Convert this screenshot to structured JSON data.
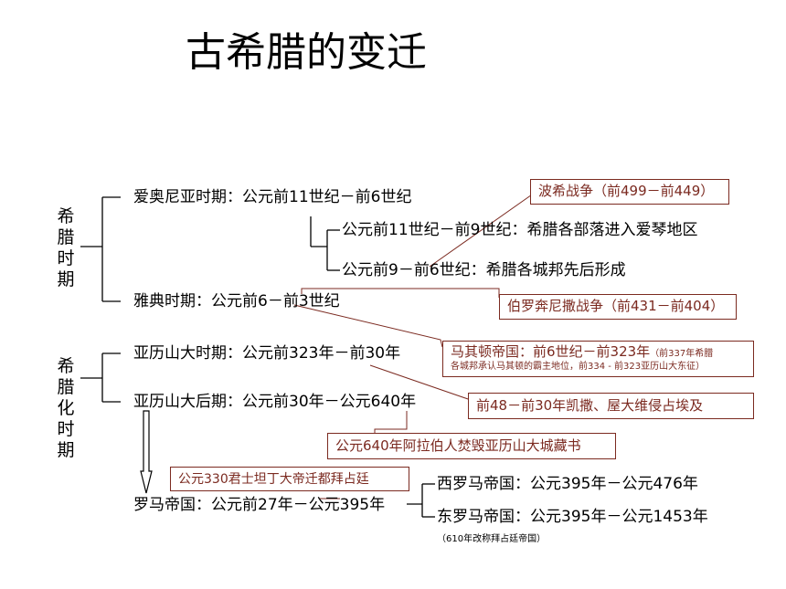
{
  "title": "古希腊的变迁",
  "group_greek": "希腊时期",
  "group_hellenistic": "希腊化时期",
  "ionian": "爱奥尼亚时期：公元前11世纪－前6世纪",
  "ionian_sub1": "公元前11世纪－前9世纪：希腊各部落进入爱琴地区",
  "ionian_sub2": "公元前9－前6世纪：希腊各城邦先后形成",
  "athens": "雅典时期：公元前6－前3世纪",
  "alexander": "亚历山大时期：公元前323年－前30年",
  "post_alexander": "亚历山大后期：公元前30年－公元640年",
  "rome": "罗马帝国：公元前27年－公元395年",
  "west_rome": "西罗马帝国：公元395年－公元476年",
  "east_rome": "东罗马帝国：公元395年－公元1453年",
  "east_rome_note": "（610年改称拜占廷帝国）",
  "callouts": {
    "persian_war": "波希战争（前499－前449）",
    "peloponnesian_war": "伯罗奔尼撒战争（前431－前404）",
    "macedon_main": "马其顿帝国：前6世纪－前323年",
    "macedon_note1": "（前337年希腊",
    "macedon_note2": "各城邦承认马其顿的霸主地位，前334 - 前323亚历山大东征）",
    "caesar": "前48－前30年凯撒、屋大维侵占埃及",
    "arab": "公元640年阿拉伯人焚毁亚历山大城藏书",
    "constantine": "公元330君士坦丁大帝迁都拜占廷"
  },
  "colors": {
    "callout_border": "#7b2a20",
    "callout_text": "#7b2a20"
  }
}
